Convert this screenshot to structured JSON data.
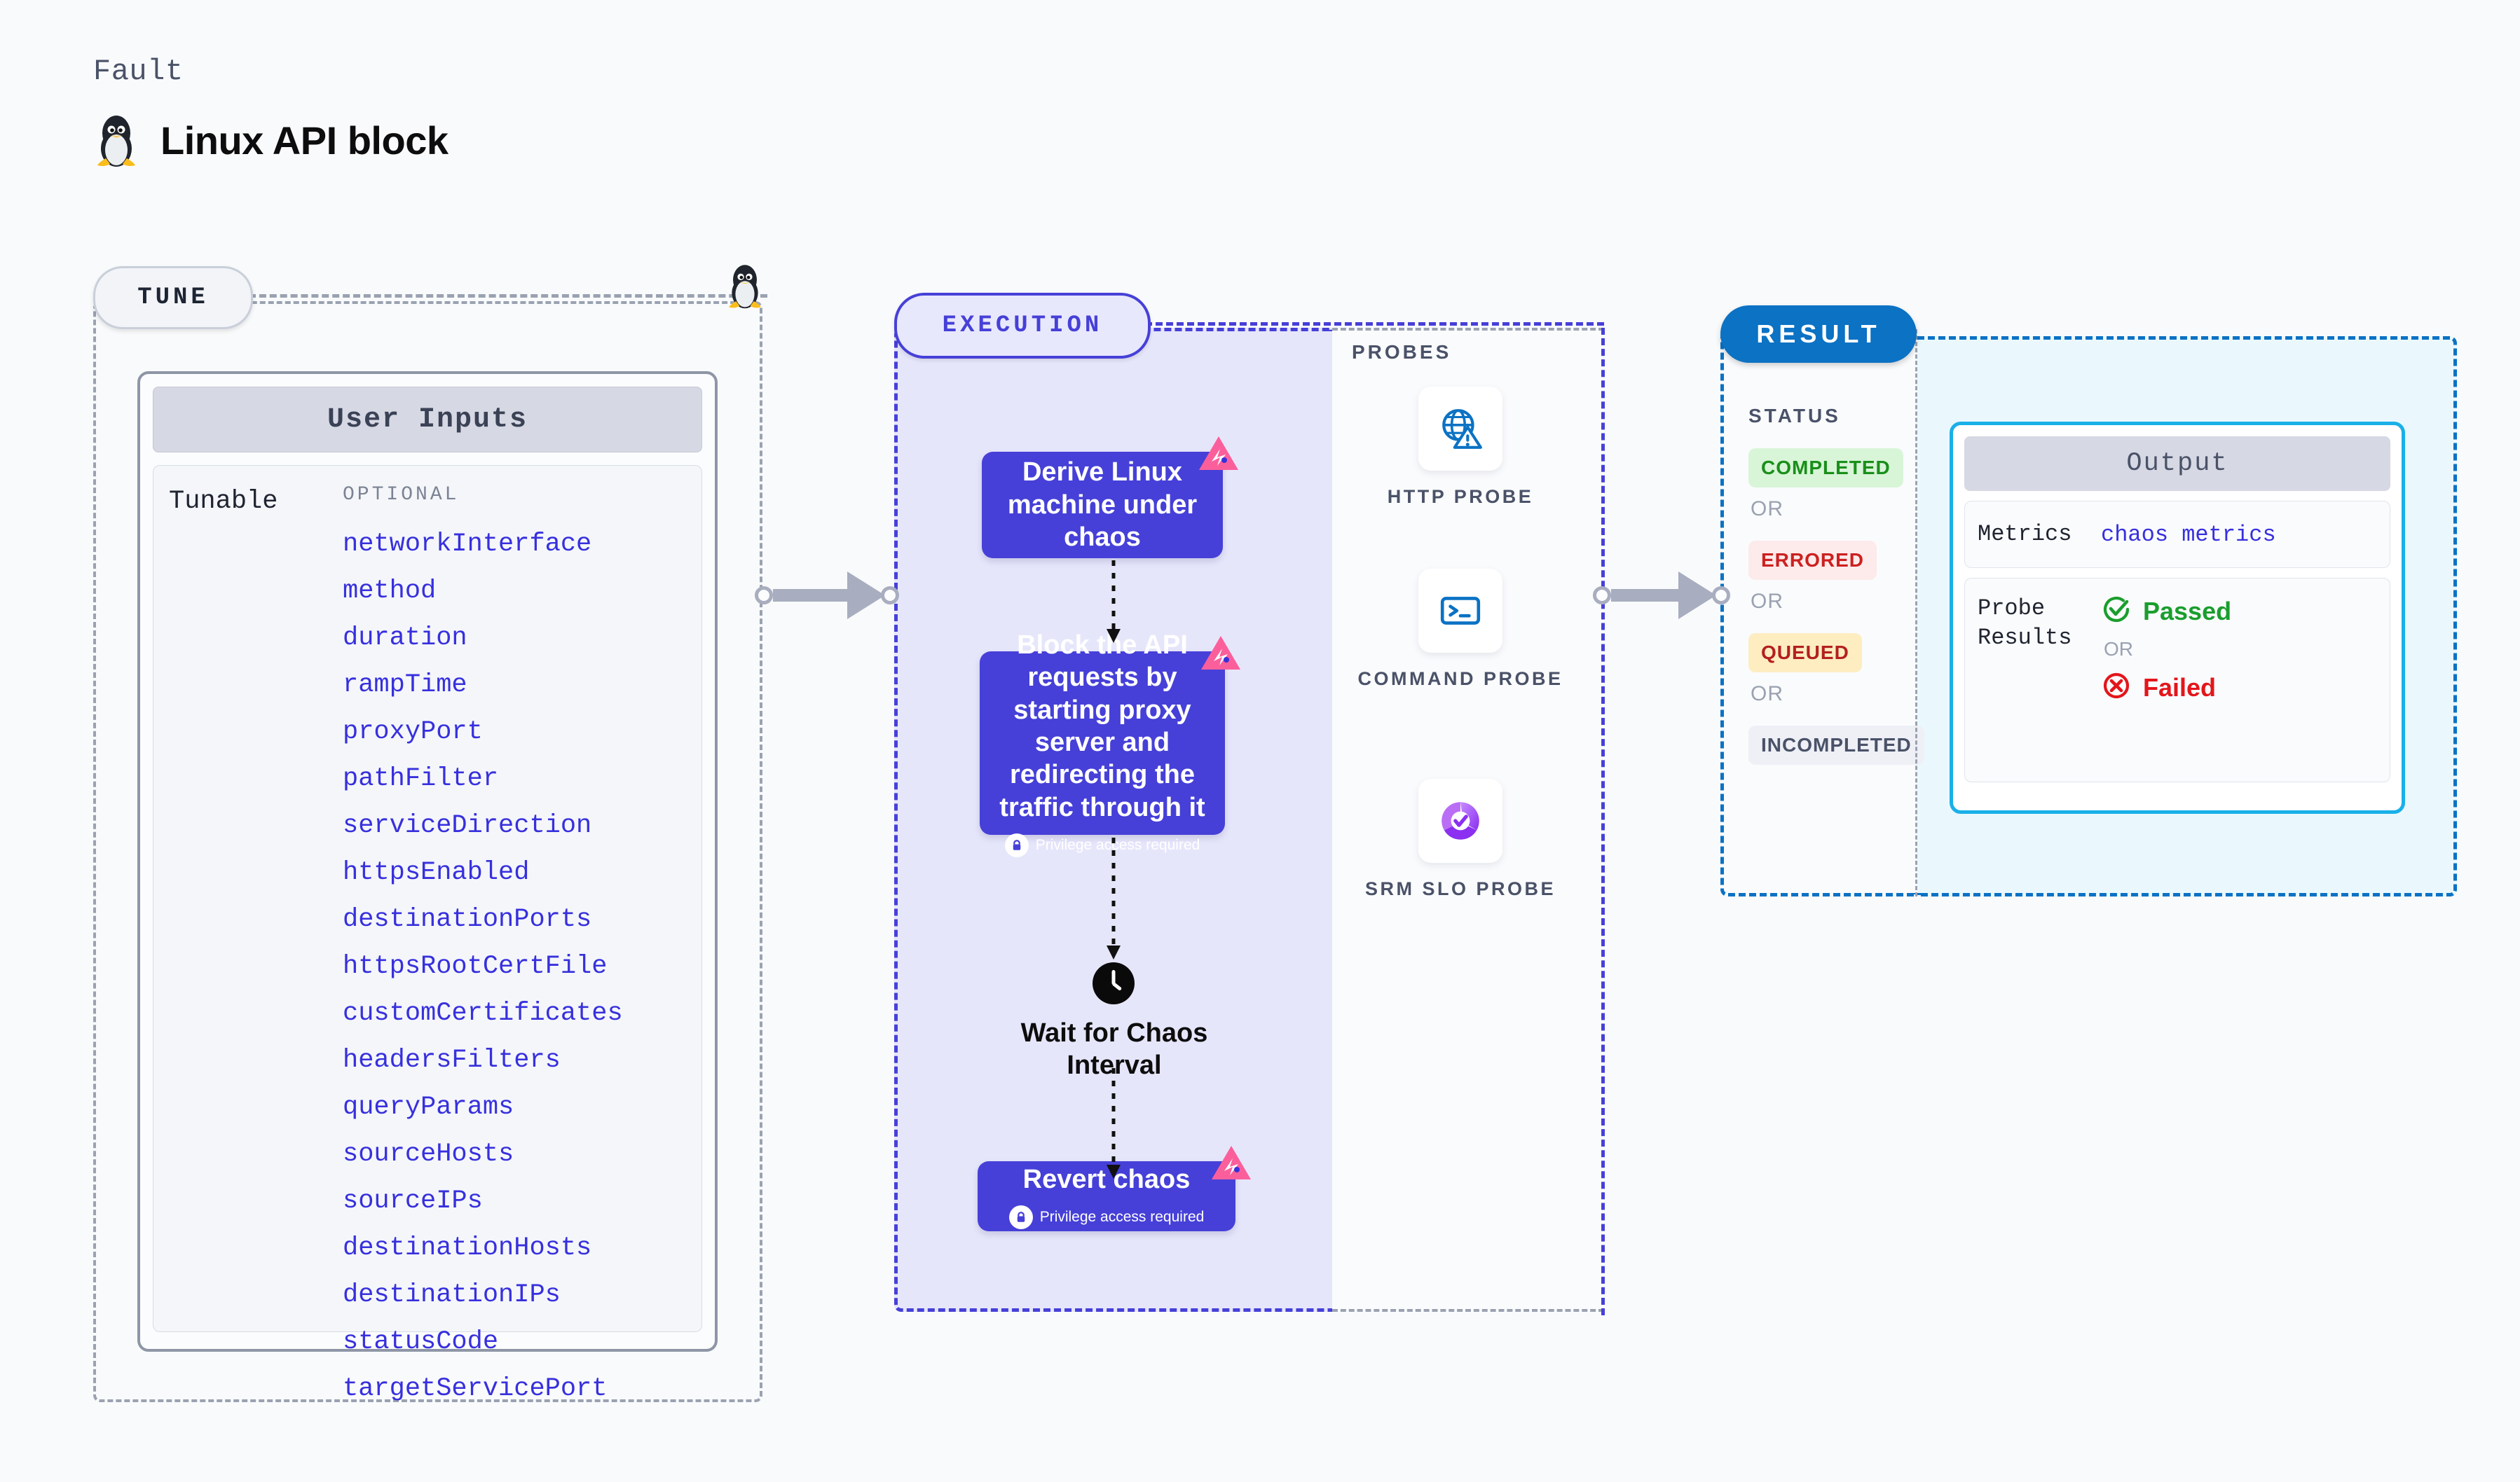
{
  "header": {
    "eyebrow": "Fault",
    "title": "Linux API block",
    "icon": "linux-penguin-icon"
  },
  "tune": {
    "pill_label": "TUNE",
    "card_title": "User Inputs",
    "tunable_label": "Tunable",
    "optional_label": "OPTIONAL",
    "parameters": [
      "networkInterface",
      "method",
      "duration",
      "rampTime",
      "proxyPort",
      "pathFilter",
      "serviceDirection",
      "httpsEnabled",
      "destinationPorts",
      "httpsRootCertFile",
      "customCertificates",
      "headersFilters",
      "queryParams",
      "sourceHosts",
      "sourceIPs",
      "destinationHosts",
      "destinationIPs",
      "statusCode",
      "targetServicePort"
    ]
  },
  "execution": {
    "pill_label": "EXECUTION",
    "privilege_note": "Privilege access required",
    "steps": [
      {
        "text": "Derive Linux machine under chaos",
        "privilege": false,
        "badge": "chaos-badge-icon"
      },
      {
        "text": "Block the API requests by starting proxy server and redirecting the traffic through it",
        "privilege": true,
        "badge": "chaos-badge-icon"
      },
      {
        "text": "Revert chaos",
        "privilege": true,
        "badge": "chaos-badge-icon"
      }
    ],
    "wait_step": {
      "icon": "clock-icon",
      "label": "Wait for Chaos Interval"
    }
  },
  "probes": {
    "title": "PROBES",
    "items": [
      {
        "label": "HTTP PROBE",
        "icon": "globe-warning-icon"
      },
      {
        "label": "COMMAND PROBE",
        "icon": "terminal-icon"
      },
      {
        "label": "SRM SLO PROBE",
        "icon": "slo-donut-check-icon"
      }
    ]
  },
  "result": {
    "pill_label": "RESULT",
    "status_title": "STATUS",
    "or_label": "OR",
    "statuses": [
      {
        "label": "COMPLETED",
        "bg": "#d8f5d8",
        "fg": "#1a8f1a"
      },
      {
        "label": "ERRORED",
        "bg": "#fdeaea",
        "fg": "#cc2020"
      },
      {
        "label": "QUEUED",
        "bg": "#fdedc0",
        "fg": "#b32020"
      },
      {
        "label": "INCOMPLETED",
        "bg": "#eef0f6",
        "fg": "#4a5268"
      }
    ]
  },
  "output": {
    "card_title": "Output",
    "metrics_key": "Metrics",
    "metrics_value": "chaos metrics",
    "probe_results_key": "Probe Results",
    "passed_label": "Passed",
    "failed_label": "Failed",
    "or_label": "OR"
  },
  "colors": {
    "accent_indigo": "#4640d8",
    "accent_blue": "#0b72c4",
    "accent_cyan": "#19b0e8",
    "pink_badge": "#fb5f9b",
    "param_text": "#3730dd",
    "panel_gray": "#9aa2b1"
  }
}
